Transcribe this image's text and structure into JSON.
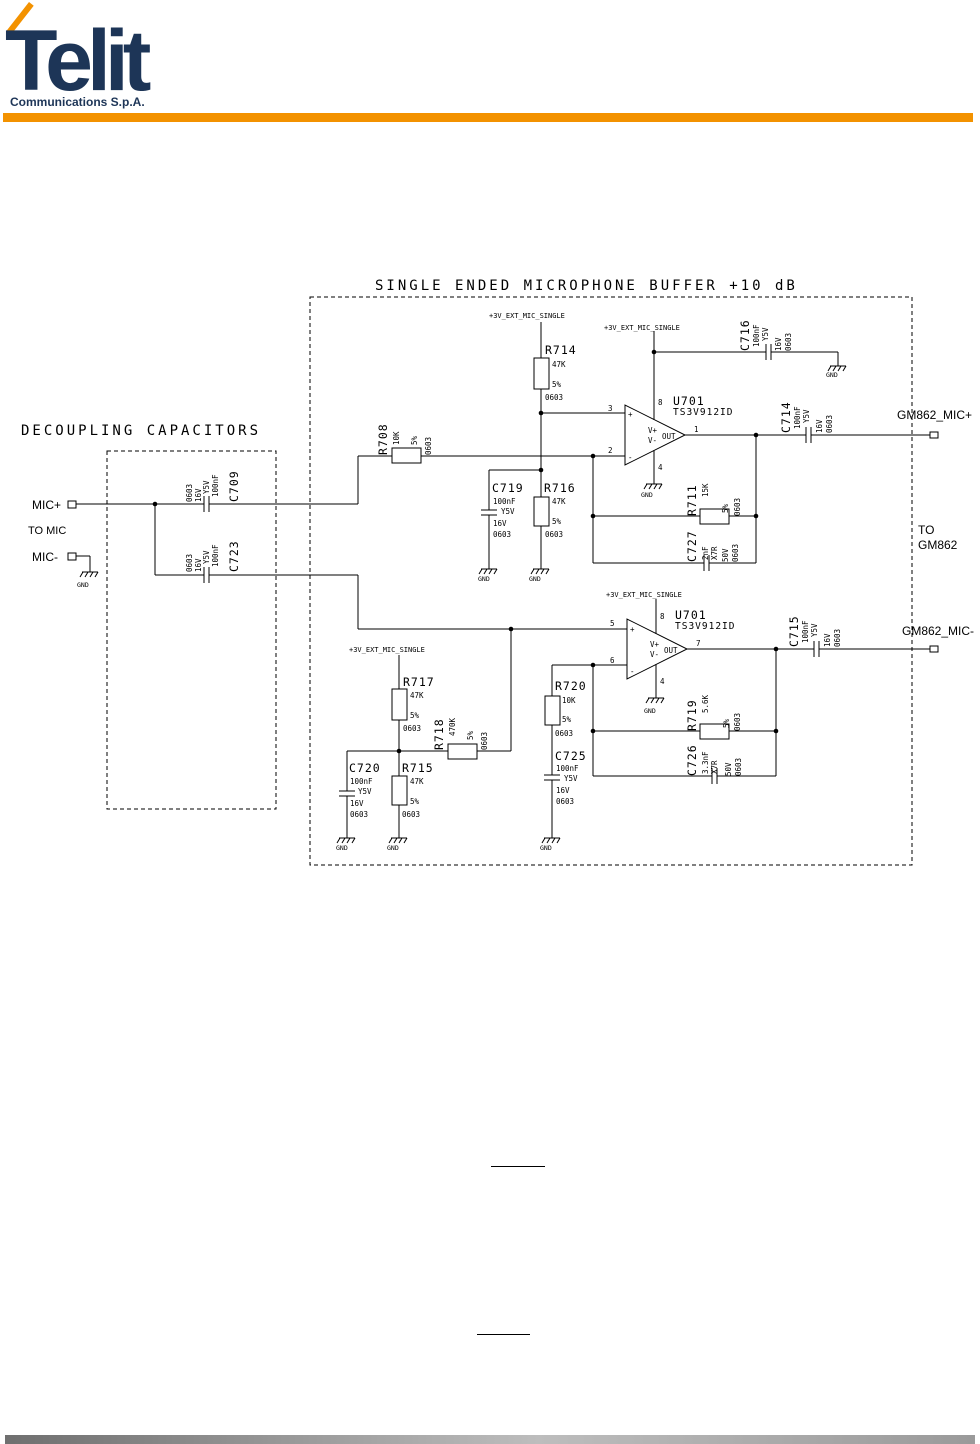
{
  "header": {
    "logo_word": "Telit",
    "logo_subtitle": "Communications S.p.A.",
    "brand_color": "#f39200",
    "logo_text_color": "#1d3557"
  },
  "schematic": {
    "title": "SINGLE ENDED MICROPHONE BUFFER +10 dB",
    "decoupling_title": "DECOUPLING CAPACITORS",
    "ports": {
      "mic_plus": "MIC+",
      "to_mic": "TO MIC",
      "mic_minus": "MIC-",
      "out_plus": "GM862_MIC+",
      "out_minus": "GM862_MIC-",
      "to": "TO",
      "gm862": "GM862"
    },
    "gnd": "GND",
    "nets": {
      "supply_a": "+3V_EXT_MIC_SINGLE",
      "supply_b": "+3V_EXT_MIC_SINGLE",
      "supply_c": "+3V_EXT_MIC_SINGLE",
      "supply_d": "+3V_EXT_MIC_SINGLE"
    },
    "opamps": {
      "u701a": {
        "ref": "U701",
        "part": "TS3V912ID",
        "vplus": "V+",
        "vminus": "V-",
        "out": "OUT",
        "plus": "+",
        "minus": "-"
      },
      "u701b": {
        "ref": "U701",
        "part": "TS3V912ID",
        "vplus": "V+",
        "vminus": "V-",
        "out": "OUT",
        "plus": "+",
        "minus": "-"
      }
    },
    "pins": {
      "a_in_plus": "3",
      "a_in_minus": "2",
      "a_vcc": "8",
      "a_out": "1",
      "a_gnd": "4",
      "b_in_plus": "5",
      "b_in_minus": "6",
      "b_vcc": "8",
      "b_out": "7",
      "b_gnd": "4"
    },
    "components": {
      "C709": {
        "ref": "C709",
        "v1": "100nF",
        "v2": "Y5V",
        "v3": "16V",
        "v4": "0603"
      },
      "C723": {
        "ref": "C723",
        "v1": "100nF",
        "v2": "Y5V",
        "v3": "16V",
        "v4": "0603"
      },
      "R708": {
        "ref": "R708",
        "v1": "10K",
        "v2": "5%",
        "v3": "0603"
      },
      "R714": {
        "ref": "R714",
        "v1": "47K",
        "v2": "5%",
        "v3": "0603"
      },
      "C716": {
        "ref": "C716",
        "v1": "100nF",
        "v2": "Y5V",
        "v3": "16V",
        "v4": "0603"
      },
      "C719": {
        "ref": "C719",
        "v1": "100nF",
        "v2": "Y5V",
        "v3": "16V",
        "v4": "0603"
      },
      "R716": {
        "ref": "R716",
        "v1": "47K",
        "v2": "5%",
        "v3": "0603"
      },
      "R711": {
        "ref": "R711",
        "v1": "15K",
        "v2": "5%",
        "v3": "0603"
      },
      "C727": {
        "ref": "C727",
        "v1": "2nF",
        "v2": "X7R",
        "v3": "50V",
        "v4": "0603"
      },
      "C714": {
        "ref": "C714",
        "v1": "100nF",
        "v2": "Y5V",
        "v3": "16V",
        "v4": "0603"
      },
      "R717": {
        "ref": "R717",
        "v1": "47K",
        "v2": "5%",
        "v3": "0603"
      },
      "R718": {
        "ref": "R718",
        "v1": "470K",
        "v2": "5%",
        "v3": "0603"
      },
      "C720": {
        "ref": "C720",
        "v1": "100nF",
        "v2": "Y5V",
        "v3": "16V",
        "v4": "0603"
      },
      "R715": {
        "ref": "R715",
        "v1": "47K",
        "v2": "5%",
        "v3": "0603"
      },
      "R720": {
        "ref": "R720",
        "v1": "10K",
        "v2": "5%",
        "v3": "0603"
      },
      "C725": {
        "ref": "C725",
        "v1": "100nF",
        "v2": "Y5V",
        "v3": "16V",
        "v4": "0603"
      },
      "R719": {
        "ref": "R719",
        "v1": "5.6K",
        "v2": "5%",
        "v3": "0603"
      },
      "C726": {
        "ref": "C726",
        "v1": "3.3nF",
        "v2": "X7R",
        "v3": "50V",
        "v4": "0603"
      },
      "C715": {
        "ref": "C715",
        "v1": "100nF",
        "v2": "Y5V",
        "v3": "16V",
        "v4": "0603"
      }
    }
  }
}
